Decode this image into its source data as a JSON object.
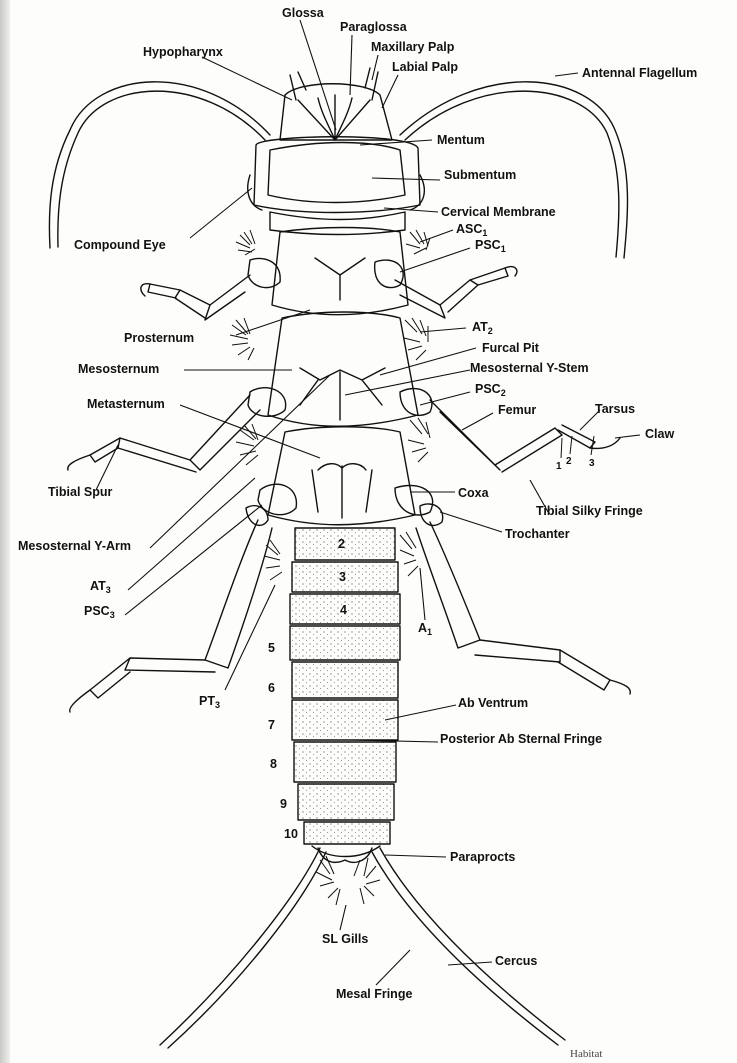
{
  "labels": {
    "glossa": "Glossa",
    "paraglossa": "Paraglossa",
    "maxillary_palp": "Maxillary Palp",
    "labial_palp": "Labial Palp",
    "hypopharynx": "Hypopharynx",
    "antennal_flagellum": "Antennal Flagellum",
    "mentum": "Mentum",
    "submentum": "Submentum",
    "cervical_membrane": "Cervical Membrane",
    "compound_eye": "Compound Eye",
    "asc1_base": "ASC",
    "asc1_sub": "1",
    "psc1_base": "PSC",
    "psc1_sub": "1",
    "prosternum": "Prosternum",
    "at2_base": "AT",
    "at2_sub": "2",
    "furcal_pit": "Furcal Pit",
    "mesosternum": "Mesosternum",
    "mesosternal_y_stem": "Mesosternal Y-Stem",
    "psc2_base": "PSC",
    "psc2_sub": "2",
    "metasternum": "Metasternum",
    "femur": "Femur",
    "tarsus": "Tarsus",
    "claw": "Claw",
    "tibial_spur": "Tibial Spur",
    "coxa": "Coxa",
    "tibial_silky_fringe": "Tibial Silky Fringe",
    "mesosternal_y_arm": "Mesosternal Y-Arm",
    "trochanter": "Trochanter",
    "at3_base": "AT",
    "at3_sub": "3",
    "psc3_base": "PSC",
    "psc3_sub": "3",
    "a1_base": "A",
    "a1_sub": "1",
    "pt3_base": "PT",
    "pt3_sub": "3",
    "ab_ventrum": "Ab Ventrum",
    "posterior_ab_sternal_fringe": "Posterior Ab Sternal Fringe",
    "paraprocts": "Paraprocts",
    "sl_gills": "SL Gills",
    "cercus": "Cercus",
    "mesal_fringe": "Mesal Fringe"
  },
  "segments": [
    "2",
    "3",
    "4",
    "5",
    "6",
    "7",
    "8",
    "9",
    "10"
  ],
  "tarsal_numbers": [
    "1",
    "2",
    "3"
  ],
  "corner_text": "Habitat"
}
